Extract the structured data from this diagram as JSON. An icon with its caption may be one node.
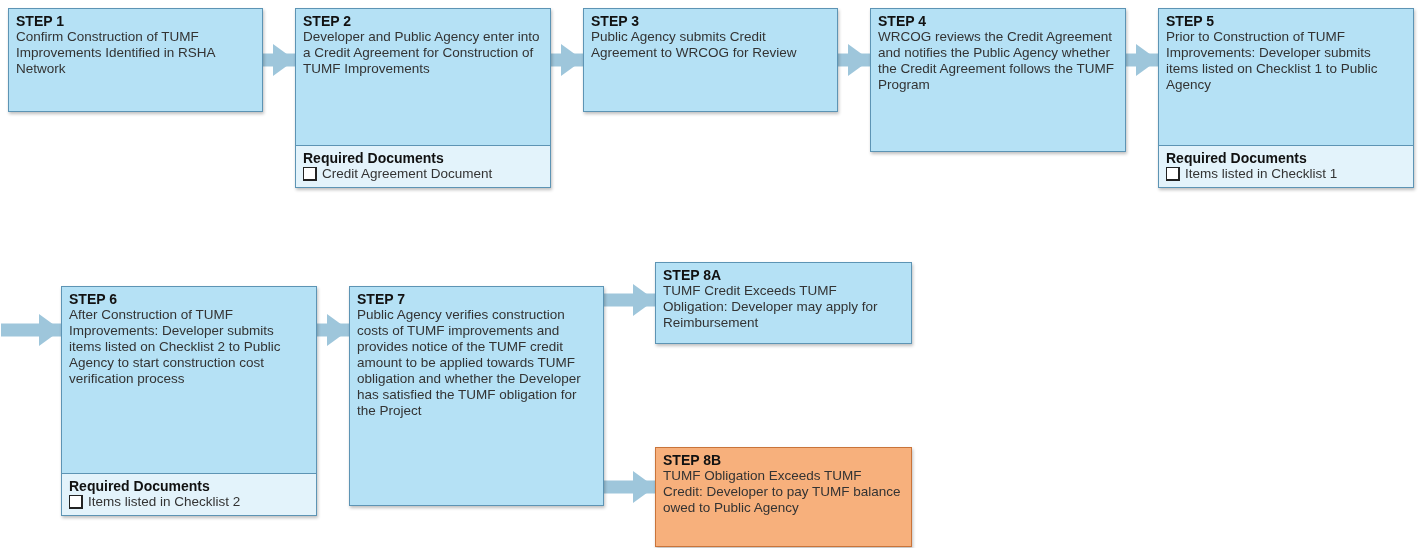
{
  "diagram": {
    "nodes": [
      {
        "text": [
          "STEP 1",
          "Confirm Construction of TUMF Improvements Identified in RSHA Network"
        ]
      },
      {
        "text": [
          "STEP 2",
          "Developer and Public Agency enter into a Credit Agreement for Construction of TUMF Improvements",
          "Required Documents",
          "Credit Agreement Document"
        ]
      },
      {
        "text": [
          "STEP 3",
          "Public Agency submits Credit Agreement to WRCOG for Review"
        ]
      },
      {
        "text": [
          "STEP 4",
          "WRCOG reviews the Credit Agreement and notifies the Public Agency whether the Credit Agreement follows the TUMF Program"
        ]
      },
      {
        "text": [
          "STEP 5",
          "Prior to Construction of TUMF Improvements: Developer submits items listed on Checklist 1 to Public Agency",
          "Required Documents",
          "Items listed in Checklist 1"
        ]
      },
      {
        "text": [
          "STEP 6",
          "After Construction of TUMF Improvements: Developer submits items listed on Checklist 2 to Public Agency to start construction cost verification process",
          "Required Documents",
          "Items listed in Checklist 2"
        ]
      },
      {
        "text": [
          "STEP 7",
          "Public Agency verifies construction costs of TUMF improvements and provides notice of the TUMF credit amount to be applied towards TUMF obligation and whether the Developer has satisfied the TUMF obligation for the Project"
        ]
      },
      {
        "text": [
          "STEP 8A",
          "TUMF Credit Exceeds TUMF Obligation: Developer may apply for Reimbursement"
        ]
      },
      {
        "text": [
          "STEP 8B",
          "TUMF Obligation Exceeds TUMF Credit: Developer to pay TUMF balance owed to Public Agency"
        ]
      }
    ],
    "edges": [
      {
        "from": 0,
        "to": 1,
        "arrow": "to"
      },
      {
        "from": 1,
        "to": 2,
        "arrow": "to"
      },
      {
        "from": 2,
        "to": 3,
        "arrow": "to"
      },
      {
        "from": 3,
        "to": 4,
        "arrow": "to"
      },
      {
        "from": null,
        "to": 5,
        "arrow": "to"
      },
      {
        "from": 5,
        "to": 6,
        "arrow": "to"
      },
      {
        "from": 6,
        "to": 7,
        "arrow": "to"
      },
      {
        "from": 6,
        "to": 8,
        "arrow": "to"
      }
    ]
  }
}
